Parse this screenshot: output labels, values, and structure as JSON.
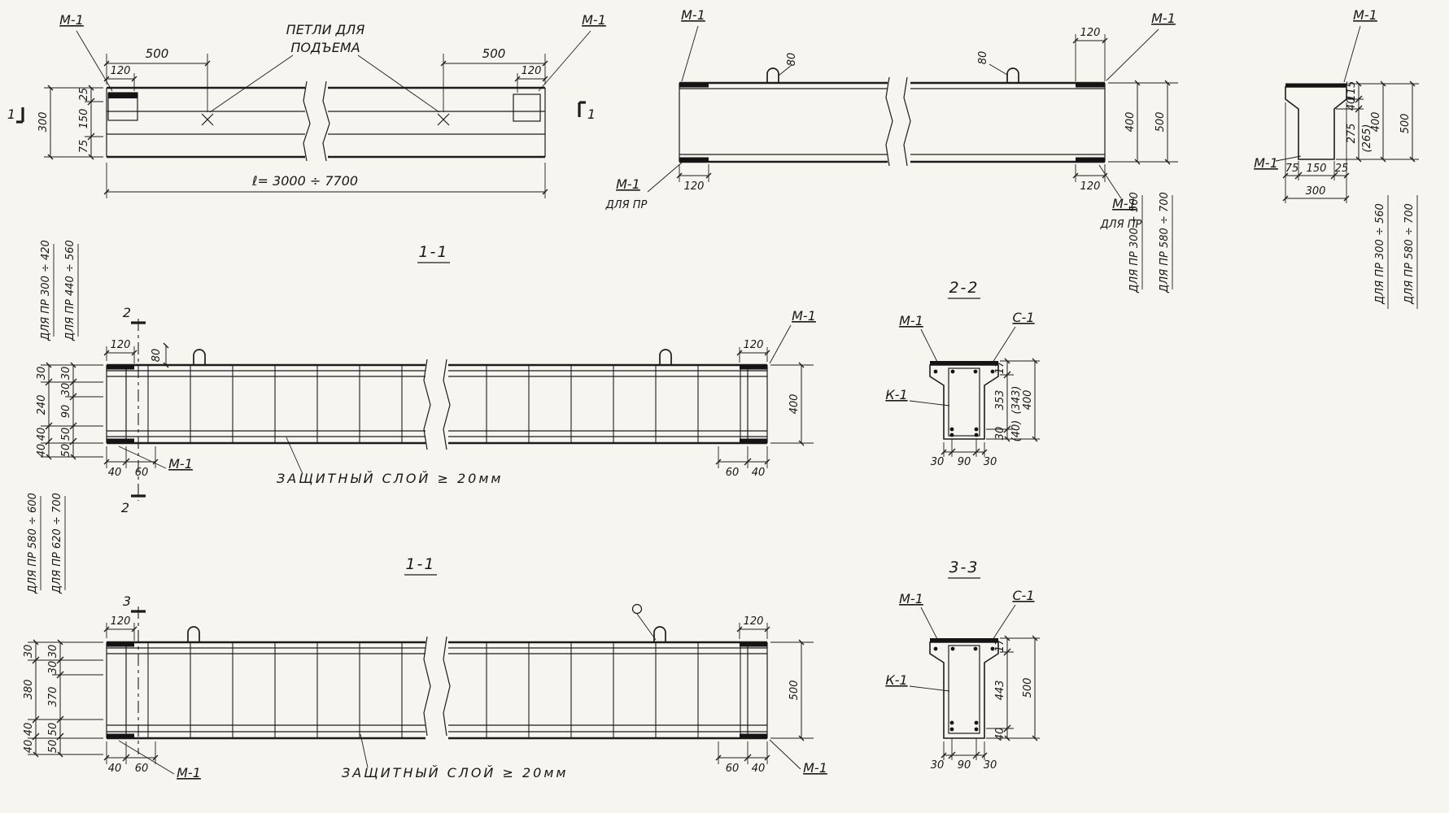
{
  "palette": {
    "paper": "#f6f5f0",
    "ink": "#1c1c1c"
  },
  "plan": {
    "m1_left": "М-1",
    "m1_right": "М-1",
    "dim_500_left": "500",
    "dim_500_right": "500",
    "dim_120_left": "120",
    "dim_120_right": "120",
    "lift_note_1": "ПЕТЛИ ДЛЯ",
    "lift_note_2": "ПОДЪЕМА",
    "dim_25": "25",
    "dim_150": "150",
    "dim_75": "75",
    "dim_300": "300",
    "cut_left": "1",
    "cut_right": "1",
    "length": "ℓ= 3000 ÷ 7700"
  },
  "elev": {
    "m1_tl": "М-1",
    "m1_tr": "М-1",
    "m1_bl": "М-1",
    "m1_br": "М-1",
    "for_pr_bl": "ДЛЯ ПР",
    "for_pr_br": "ДЛЯ ПР",
    "dim_80_l": "80",
    "dim_80_r": "80",
    "dim_120_tr": "120",
    "dim_120_bl": "120",
    "dim_120_br": "120",
    "dim_400": "400",
    "dim_500": "500",
    "range_400": "ДЛЯ ПР 300 ÷ 560",
    "range_500": "ДЛЯ ПР 580 ÷ 700"
  },
  "profile": {
    "m1_top": "М-1",
    "m1_left": "М-1",
    "dim_115": "115",
    "dim_40": "40",
    "dim_275": "275",
    "dim_265": "(265)",
    "dim_400": "400",
    "dim_500": "500",
    "dim_75": "75",
    "dim_150": "150",
    "dim_25": "25",
    "dim_300": "300",
    "range_400": "ДЛЯ ПР 300 ÷ 560",
    "range_500": "ДЛЯ ПР 580 ÷ 700"
  },
  "secA": {
    "title": "1-1",
    "cut_top": "2",
    "cut_bottom": "2",
    "dim_120_l": "120",
    "dim_80": "80",
    "dim_120_r": "120",
    "m1_tr": "М-1",
    "m1_bl": "М-1",
    "dim_400": "400",
    "dim_60_r": "60",
    "dim_40_r": "40",
    "dim_40_l": "40",
    "dim_60_l": "60",
    "cover_note": "ЗАЩИТНЫЙ СЛОЙ ≥ 20мм",
    "range_a": "ДЛЯ ПР 300 ÷ 420",
    "range_b": "ДЛЯ ПР 440 ÷ 560",
    "d": {
      "a1": "30",
      "a2": "240",
      "a3": "40",
      "a4": "40",
      "b1": "30",
      "b2": "30",
      "b3": "90",
      "b4": "50",
      "b5": "50"
    }
  },
  "secB": {
    "title": "1-1",
    "cut_top": "3",
    "dim_120_l": "120",
    "dim_120_r": "120",
    "m1_bl": "М-1",
    "m1_br": "М-1",
    "dim_500": "500",
    "dim_60_r": "60",
    "dim_40_r": "40",
    "dim_40_l": "40",
    "dim_60_l": "60",
    "cover_note": "ЗАЩИТНЫЙ СЛОЙ ≥ 20мм",
    "range_a": "ДЛЯ ПР 580 ÷ 600",
    "range_b": "ДЛЯ ПР 620 ÷ 700",
    "d": {
      "a1": "30",
      "a2": "380",
      "a3": "40",
      "a4": "40",
      "b1": "30",
      "b2": "30",
      "b3": "370",
      "b4": "50",
      "b5": "50"
    }
  },
  "sec22": {
    "title": "2-2",
    "m1": "М-1",
    "c1": "С-1",
    "k1": "К-1",
    "dim_17": "17",
    "dim_353": "353",
    "dim_343": "(343)",
    "dim_30": "30",
    "dim_40": "(40)",
    "dim_400": "400",
    "bot": [
      "30",
      "90",
      "30"
    ]
  },
  "sec33": {
    "title": "3-3",
    "m1": "М-1",
    "c1": "С-1",
    "k1": "К-1",
    "dim_17": "17",
    "dim_443": "443",
    "dim_40": "40",
    "dim_500": "500",
    "bot": [
      "30",
      "90",
      "30"
    ]
  }
}
